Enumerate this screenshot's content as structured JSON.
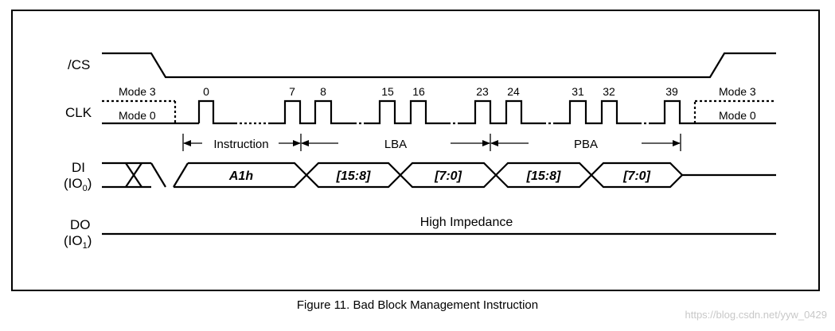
{
  "signals": {
    "cs": "/CS",
    "clk": "CLK",
    "di": "DI",
    "di_sub_prefix": "(IO",
    "di_sub_index": "0",
    "di_sub_suffix": ")",
    "do": "DO",
    "do_sub_prefix": "(IO",
    "do_sub_index": "1",
    "do_sub_suffix": ")"
  },
  "clk": {
    "mode3_left": "Mode 3",
    "mode0_left": "Mode 0",
    "mode3_right": "Mode 3",
    "mode0_right": "Mode 0",
    "cycle_numbers": [
      "0",
      "7",
      "8",
      "15",
      "16",
      "23",
      "24",
      "31",
      "32",
      "39"
    ]
  },
  "phases": {
    "instruction": "Instruction",
    "lba": "LBA",
    "pba": "PBA"
  },
  "di_fields": [
    "A1h",
    "[15:8]",
    "[7:0]",
    "[15:8]",
    "[7:0]"
  ],
  "do_state": "High Impedance",
  "caption": "Figure 11. Bad Block Management Instruction",
  "watermark": "https://blog.csdn.net/yyw_0429"
}
